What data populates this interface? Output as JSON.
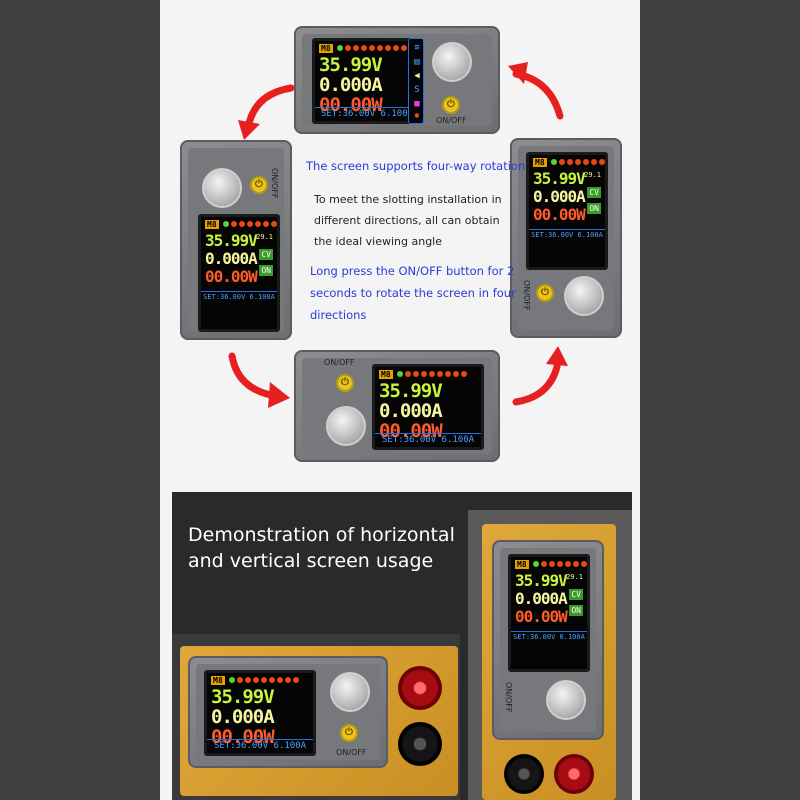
{
  "lcd": {
    "model": "M8",
    "voltage": "35.99V",
    "current": "0.000A",
    "power": "00.00W",
    "temperature": "29.1",
    "mode": "CV",
    "state": "ON",
    "set_line": "SET:36.00V 6.100A"
  },
  "device": {
    "onoff_label": "ON/OFF",
    "button_glyph": "⏻"
  },
  "text": {
    "headline": "The screen supports four-way rotation",
    "body_lines": [
      "To meet the slotting installation in",
      "different directions, all can obtain",
      "the ideal viewing angle"
    ],
    "press_lines": [
      "Long press the ON/OFF button for 2",
      "seconds to rotate the screen in four",
      "directions"
    ]
  },
  "bottom": {
    "title_lines": [
      "Demonstration of horizontal",
      "and vertical screen usage"
    ]
  },
  "colors": {
    "arrow": "#e62020",
    "blue_text": "#2a3bd6",
    "knob_button": "#e8c51e"
  }
}
